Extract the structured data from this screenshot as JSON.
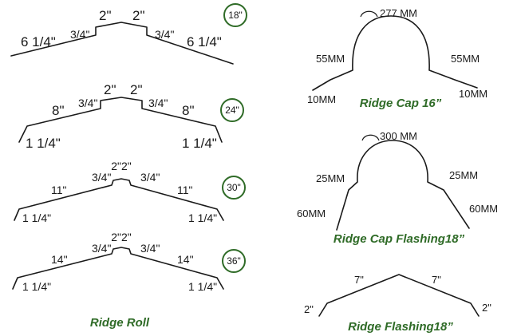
{
  "ridge_roll": {
    "caption": "Ridge Roll",
    "profiles": [
      {
        "badge": "18\"",
        "top": [
          "2\"",
          "2\""
        ],
        "step": [
          "3/4\"",
          "3/4\""
        ],
        "side": [
          "6 1/4\"",
          "6 1/4\""
        ],
        "hem": []
      },
      {
        "badge": "24\"",
        "top": [
          "2\"",
          "2\""
        ],
        "step": [
          "3/4\"",
          "3/4\""
        ],
        "side": [
          "8\"",
          "8\""
        ],
        "hem": [
          "1 1/4\"",
          "1 1/4\""
        ]
      },
      {
        "badge": "30\"",
        "top": [
          "2\"2\""
        ],
        "step": [
          "3/4\"",
          "3/4\""
        ],
        "side": [
          "11\"",
          "11\""
        ],
        "hem": [
          "1 1/4\"",
          "1 1/4\""
        ]
      },
      {
        "badge": "36\"",
        "top": [
          "2\"2\""
        ],
        "step": [
          "3/4\"",
          "3/4\""
        ],
        "side": [
          "14\"",
          "14\""
        ],
        "hem": [
          "1 1/4\"",
          "1 1/4\""
        ]
      }
    ]
  },
  "ridge_cap_16": {
    "caption": "Ridge Cap 16”",
    "arc": "277 MM",
    "legs": [
      "55MM",
      "55MM"
    ],
    "hems": [
      "10MM",
      "10MM"
    ]
  },
  "ridge_cap_flashing_18": {
    "caption": "Ridge Cap Flashing18”",
    "arc": "300 MM",
    "upper": [
      "25MM",
      "25MM"
    ],
    "lower": [
      "60MM",
      "60MM"
    ]
  },
  "ridge_flashing_18": {
    "caption": "Ridge Flashing18”",
    "sides": [
      "7\"",
      "7\""
    ],
    "hems": [
      "2\"",
      "2\""
    ]
  },
  "colors": {
    "caption": "#2f6b27",
    "badge_ring": "#2f6b27",
    "line": "#1a1a1a"
  }
}
